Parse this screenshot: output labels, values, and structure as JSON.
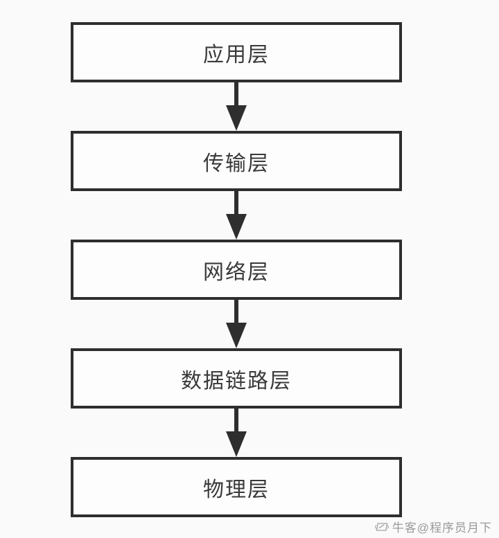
{
  "diagram": {
    "title": "network-layer-model",
    "layers": [
      {
        "label": "应用层"
      },
      {
        "label": "传输层"
      },
      {
        "label": "网络层"
      },
      {
        "label": "数据链路层"
      },
      {
        "label": "物理层"
      }
    ],
    "connector": "down-arrow"
  },
  "watermark": {
    "icon": "niuke-logo-icon",
    "text": "牛客@程序员月下"
  },
  "colors": {
    "background": "#fafafa",
    "box_fill": "#fdfdfd",
    "box_border": "#2e2e2e",
    "label_text": "#3a3a3a",
    "arrow": "#2e2e2e",
    "watermark": "#999999"
  }
}
